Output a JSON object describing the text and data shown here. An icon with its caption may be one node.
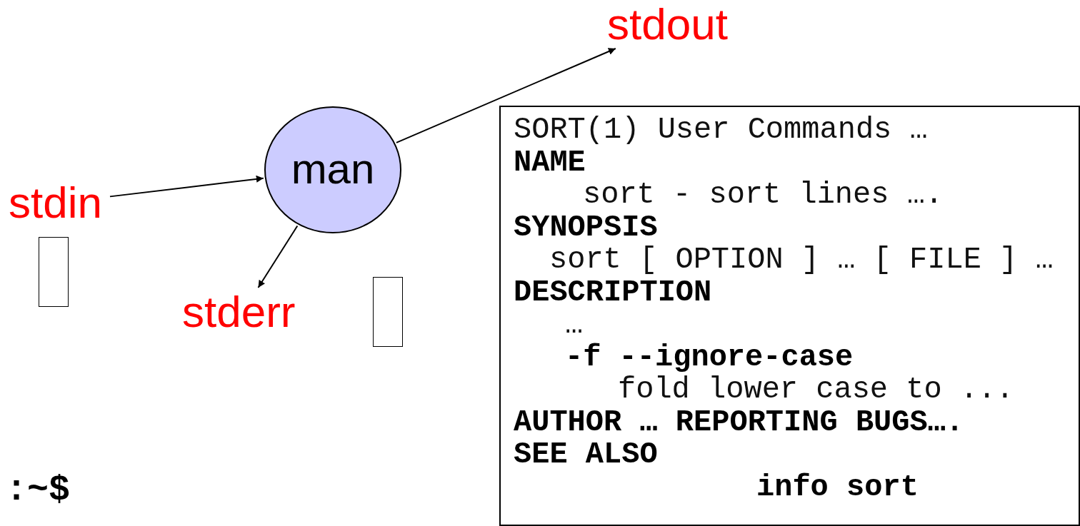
{
  "diagram": {
    "nodes": [
      {
        "text": [
          "stdout"
        ]
      },
      {
        "text": [
          "man"
        ]
      },
      {
        "text": [
          "stdin"
        ]
      },
      {
        "text": [],
        "shape": "box"
      },
      {
        "text": [
          "stderr"
        ]
      },
      {
        "text": [],
        "shape": "box"
      },
      {
        "text": [
          "SORT(1) User Commands …",
          "NAME",
          "sort - sort lines ….",
          "SYNOPSIS",
          "sort [ OPTION ] … [ FILE ] …",
          "DESCRIPTION",
          "…",
          "-f --ignore-case",
          "fold lower case to ...",
          "AUTHOR … REPORTING BUGS….",
          "SEE ALSO",
          "info sort"
        ]
      }
    ],
    "edges": [
      {
        "from": 2,
        "to": 1,
        "arrow": "to"
      },
      {
        "from": 1,
        "to": 0,
        "arrow": "to"
      },
      {
        "from": 1,
        "to": 4,
        "arrow": "to"
      }
    ],
    "labels": [
      ":~$"
    ]
  }
}
